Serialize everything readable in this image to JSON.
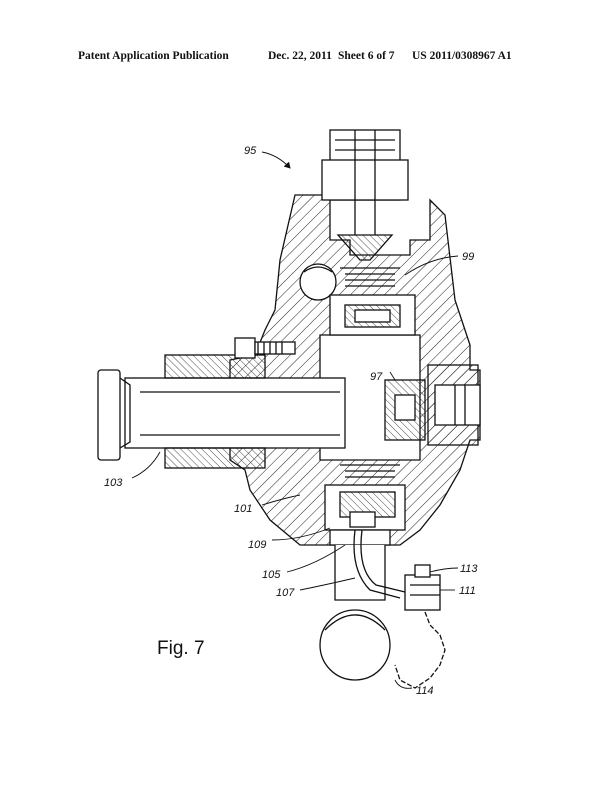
{
  "header": {
    "publication": "Patent Application Publication",
    "date": "Dec. 22, 2011",
    "sheet": "Sheet 6 of 7",
    "number": "US 2011/0308967 A1"
  },
  "figure": {
    "caption": "Fig. 7",
    "refs": {
      "r95": "95",
      "r99": "99",
      "r97": "97",
      "r103": "103",
      "r101": "101",
      "r109": "109",
      "r105": "105",
      "r113": "113",
      "r111": "111",
      "r107": "107",
      "r114": "114"
    }
  }
}
